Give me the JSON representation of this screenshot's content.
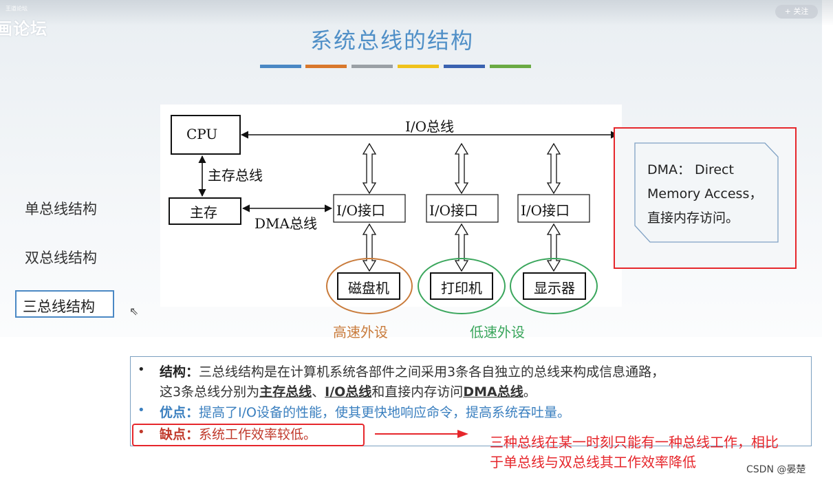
{
  "watermark": {
    "text": "画论坛",
    "small": "王道论坛"
  },
  "follow_button": "+ 关注",
  "title": "系统总线的结构",
  "color_bar": [
    "#4a88c4",
    "#d9782c",
    "#9aa0a5",
    "#f0c21b",
    "#3a62b0",
    "#6aaa43"
  ],
  "side_menu": [
    {
      "label": "单总线结构"
    },
    {
      "label": "双总线结构"
    },
    {
      "label": "三总线结构",
      "active": true
    }
  ],
  "diagram": {
    "cpu": "CPU",
    "main_memory": "主存",
    "io_bus": "I/O总线",
    "memory_bus": "主存总线",
    "dma_bus": "DMA总线",
    "io_interfaces": [
      "I/O接口",
      "I/O接口",
      "I/O接口"
    ],
    "devices": [
      "磁盘机",
      "打印机",
      "显示器"
    ],
    "high_speed": "高速外设",
    "low_speed": "低速外设",
    "colors": {
      "high_speed": "#c97b3b",
      "low_speed": "#3aa65c"
    }
  },
  "callout": {
    "line1": "DMA： Direct",
    "line2": "Memory Access，",
    "line3": "直接内存访问。"
  },
  "info": {
    "structure_label": "结构：",
    "structure_text": "三总线结构是在计算机系统各部件之间采用3条各自独立的总线来构成信息通路，",
    "structure_line2_a": "这3条总线分别为",
    "memory_bus": "主存总线",
    "sep": "、",
    "io_bus": "I/O总线",
    "structure_line2_b": "和直接内存访问",
    "dma_bus": "DMA总线",
    "structure_line2_end": "。",
    "pro_label": "优点：",
    "pro_text": "提高了I/O设备的性能，使其更快地响应命令，提高系统吞吐量。",
    "con_label": "缺点：",
    "con_text": "系统工作效率较低。"
  },
  "note": {
    "line1": "三种总线在某一时刻只能有一种总线工作，相比",
    "line2": "于单总线与双总线其工作效率降低"
  },
  "csdn": "CSDN @晏楚"
}
